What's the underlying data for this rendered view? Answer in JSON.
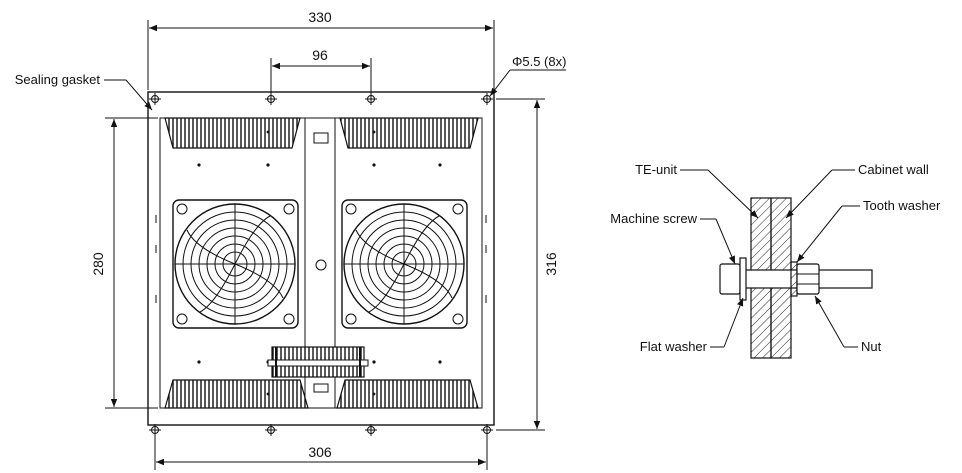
{
  "dimensions": {
    "overall_width": "330",
    "hole_spacing": "96",
    "hole_spec": "Φ5.5 (8x)",
    "height_inner": "280",
    "height_outer": "316",
    "bottom_width": "306"
  },
  "labels": {
    "sealing_gasket": "Sealing gasket",
    "te_unit": "TE-unit",
    "cabinet_wall": "Cabinet wall",
    "machine_screw": "Machine screw",
    "tooth_washer": "Tooth washer",
    "flat_washer": "Flat washer",
    "nut": "Nut"
  }
}
